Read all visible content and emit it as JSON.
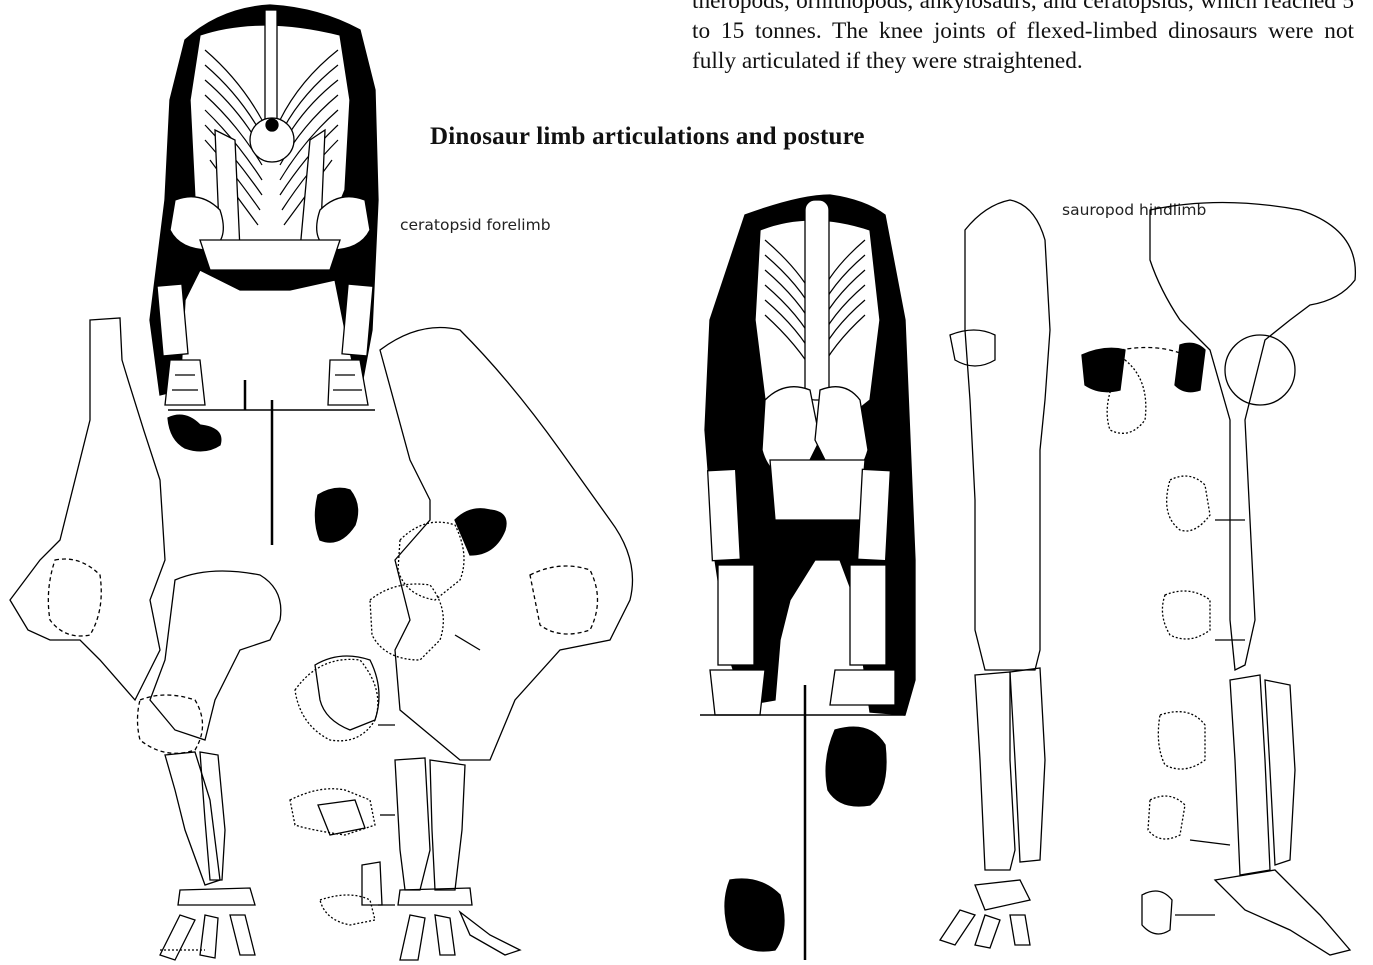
{
  "intro": {
    "lines": "theropods, ornithopods, ankylosaurs, and ceratopsids, which reached 5 to 15 tonnes. The knee joints of flexed-limbed dinosaurs were not fully articulated if they were straightened."
  },
  "heading": "Dinosaur limb articulations and posture",
  "labels": {
    "ceratopsid": "ceratopsid forelimb",
    "sauropod": "sauropod hindlimb"
  },
  "colors": {
    "ink": "#000000",
    "paper": "#ffffff"
  }
}
